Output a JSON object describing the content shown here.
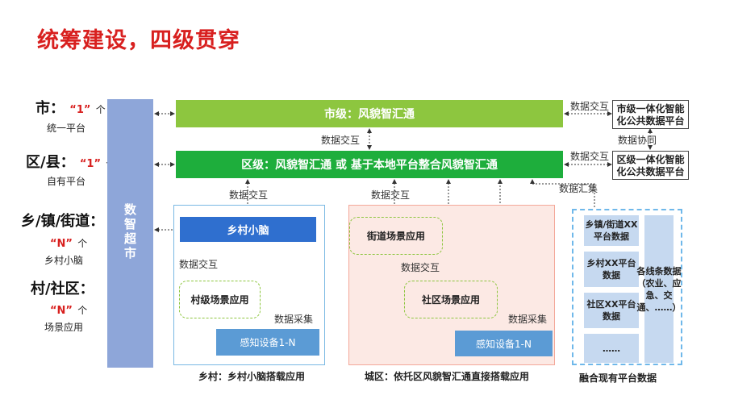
{
  "title": "统筹建设，四级贯穿",
  "levels": [
    {
      "name": "市",
      "colon": "：",
      "count": "“1”",
      "unit": "个",
      "desc": "统一平台"
    },
    {
      "name": "区/县",
      "colon": "：",
      "count": "“1”",
      "unit": "个",
      "desc": "自有平台"
    },
    {
      "name": "乡/镇/街道",
      "colon": "：",
      "count": "“N”",
      "unit": "个",
      "desc": "乡村小脑"
    },
    {
      "name": "村/社区",
      "colon": "：",
      "count": "“N”",
      "unit": "个",
      "desc": "场景应用"
    }
  ],
  "super_market": [
    "数",
    "智",
    "超",
    "市"
  ],
  "city_bar": "市级：风貌智汇通",
  "district_bar": "区级：风貌智汇通 或 基于本地平台整合风貌智汇通",
  "city_platform": "市级一体化智能化公共数据平台",
  "district_platform": "区级一体化智能化公共数据平台",
  "labels": {
    "exchange": "数据交互",
    "coop": "数据协同",
    "collect": "数据汇集",
    "gather": "数据采集"
  },
  "village_panel": {
    "brain": "乡村小脑",
    "scene": "村级场景应用",
    "device": "感知设备1-N",
    "caption": "乡村：乡村小脑搭载应用"
  },
  "street_panel": {
    "street_scene": "街道场景应用",
    "community_scene": "社区场景应用",
    "device": "感知设备1-N",
    "caption": "城区：依托区风貌智汇通直接搭载应用"
  },
  "data_panel": {
    "items": [
      "乡镇/街道XX平台数据",
      "乡村XX平台数据",
      "社区XX平台数据",
      "……"
    ],
    "side": "各线条数据（农业、应急、交通、……）",
    "caption": "融合现有平台数据"
  }
}
